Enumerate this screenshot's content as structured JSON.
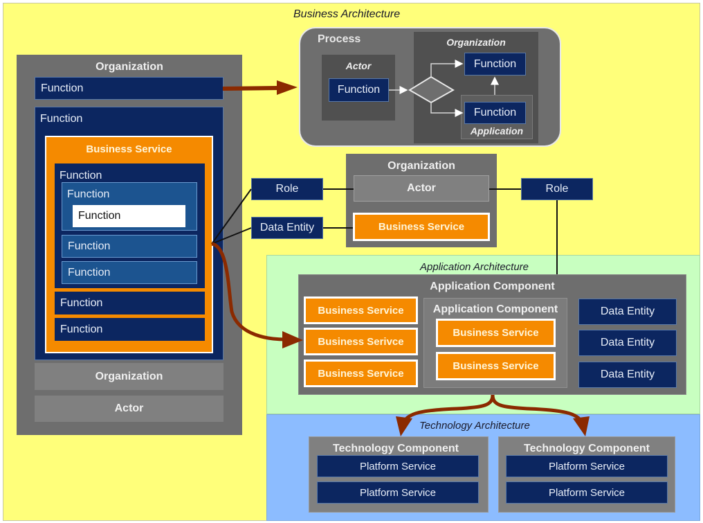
{
  "regions": {
    "business": "Business Architecture",
    "application": "Application Architecture",
    "technology": "Technology Architecture"
  },
  "left_org": {
    "title": "Organization",
    "function_top": "Function",
    "function_outer": "Function",
    "business_service": {
      "title": "Business Service",
      "function_group": "Function",
      "function_inner": "Function",
      "function_highlight": "Function",
      "function_a": "Function",
      "function_b": "Function",
      "function_c": "Function",
      "function_d": "Function"
    },
    "organization_bar": "Organization",
    "actor_bar": "Actor"
  },
  "process": {
    "title": "Process",
    "actor_label": "Actor",
    "actor_function": "Function",
    "organization_label": "Organization",
    "org_function": "Function",
    "app_function": "Function",
    "application_label": "Application"
  },
  "mid_org": {
    "title": "Organization",
    "actor": "Actor",
    "business_service": "Business Service"
  },
  "role_left": "Role",
  "data_entity_left": "Data Entity",
  "role_right": "Role",
  "app_component": {
    "title": "Application Component",
    "services": [
      "Business Service",
      "Business Serivce",
      "Business Service"
    ],
    "inner": {
      "title": "Application Component",
      "services": [
        "Business Service",
        "Business Service"
      ]
    },
    "data_entities": [
      "Data Entity",
      "Data Entity",
      "Data Entity"
    ]
  },
  "tech_components": [
    {
      "title": "Technology Component",
      "services": [
        "Platform Service",
        "Platform Service"
      ]
    },
    {
      "title": "Technology Component",
      "services": [
        "Platform Service",
        "Platform Service"
      ]
    }
  ],
  "colors": {
    "business_bg": "#ffff7a",
    "application_bg": "#c8ffc0",
    "technology_bg": "#8cbcff",
    "navy": "#0c2660",
    "orange": "#f58a00",
    "arrow": "#8b2a00"
  }
}
